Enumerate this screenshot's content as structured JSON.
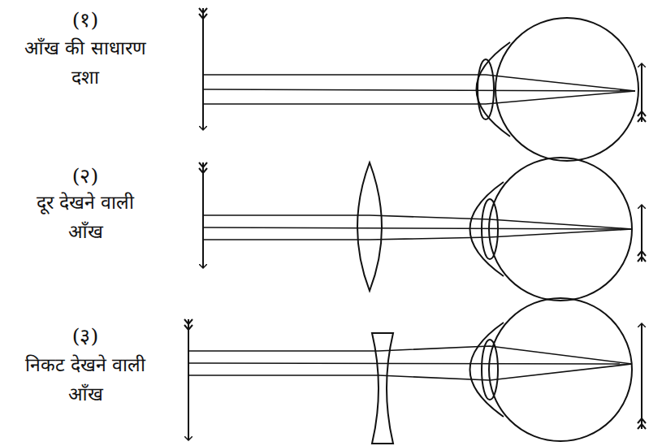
{
  "diagram": {
    "labels": [
      "(१)",
      "आँख की साधारण दशा",
      "(२)",
      "दूर देखने वाली आँख",
      "(३)",
      "निकट देखने वाली आँख"
    ]
  }
}
